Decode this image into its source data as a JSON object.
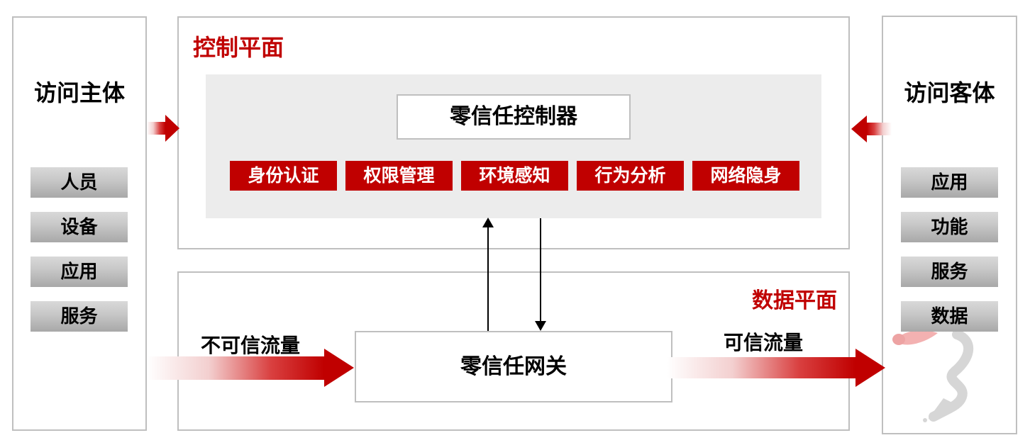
{
  "colors": {
    "accent_red": "#C00000",
    "panel_border": "#BFBFBF",
    "inner_panel_bg": "#ECECEC",
    "item_gradient_top": "#D9D9D9",
    "item_gradient_bottom": "#A8A8A8"
  },
  "left_panel": {
    "title": "访问主体",
    "items": [
      "人员",
      "设备",
      "应用",
      "服务"
    ]
  },
  "right_panel": {
    "title": "访问客体",
    "items": [
      "应用",
      "功能",
      "服务",
      "数据"
    ]
  },
  "control_plane": {
    "title": "控制平面",
    "controller_label": "零信任控制器",
    "capabilities": [
      "身份认证",
      "权限管理",
      "环境感知",
      "行为分析",
      "网络隐身"
    ]
  },
  "data_plane": {
    "title": "数据平面",
    "gateway_label": "零信任网关",
    "untrusted_label": "不可信流量",
    "trusted_label": "可信流量"
  }
}
